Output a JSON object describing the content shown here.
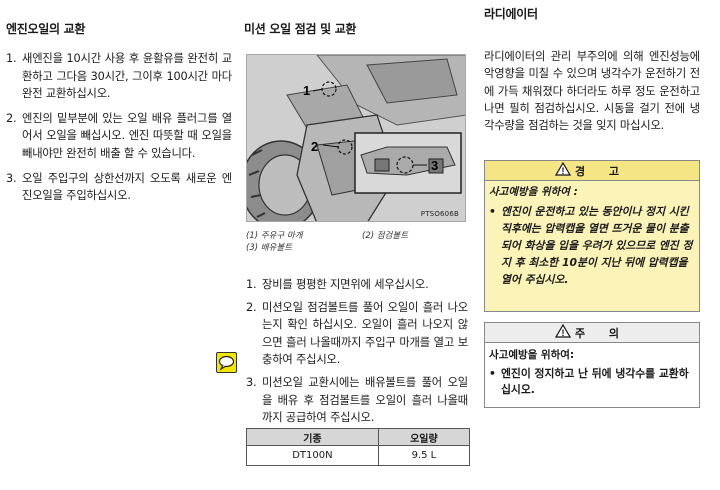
{
  "left_column": {
    "title": "엔진오일의 교환",
    "steps": [
      {
        "num": "1.",
        "text": "새엔진을 10시간 사용 후 윤활유를 완전히 교환하고 그다음 30시간, 그이후 100시간 마다 완전 교환하십시오."
      },
      {
        "num": "2.",
        "text": "엔진의 밑부분에 있는 오일 배유 플러그를 열어서 오일을 빼십시오. 엔진 따뜻할 때 오일을 빼내야만 완전히 배출 할 수 있습니다."
      },
      {
        "num": "3.",
        "text": "오일 주입구의 상한선까지 오도록 새로운 엔진오일을 주입하십시오."
      }
    ]
  },
  "middle_column": {
    "title": "미션 오일 점검 및 교환",
    "figure": {
      "code": "PTSO606B",
      "callouts": [
        "1",
        "2",
        "3"
      ]
    },
    "captions": {
      "c1": "(1) 주유구 마개",
      "c2": "(2) 점검볼트",
      "c3": "(3) 배유볼트"
    },
    "steps": [
      {
        "num": "1.",
        "text": "장비를  평평한 지면위에 세우십시오."
      },
      {
        "num": "2.",
        "text": "미션오일 점검볼트를 풀어 오일이 흘러 나오는지 확인 하십시오. 오일이 흘러 나오지 않으면 흘러 나올때까지 주입구 마개를 열고 보충하여 주십시오."
      },
      {
        "num": "3.",
        "text": "미션오일 교환시에는 배유볼트를 풀어 오일을 배유 후 점검볼트를 오일이 흘러 나올때 까지 공급하여 주십시오."
      }
    ],
    "table": {
      "headers": [
        "기종",
        "오일량"
      ],
      "rows": [
        [
          "DT100N",
          "9.5 L"
        ]
      ]
    }
  },
  "right_column": {
    "title": "라디에이터",
    "paragraph": "라디에이터의 관리 부주의에 의해 엔진성능에 악영향을 미칠 수 있으며 냉각수가 운전하기 전에 가득 채워졌다 하더라도 하루 정도 운전하고 나면 필히 점검하십시오. 시동을 걸기 전에 냉각수량을 점검하는 것을 잊지 마십시오.",
    "warning": {
      "heading": "경 고",
      "subheading": "사고예방을 위하여 :",
      "items": [
        "엔진이 운전하고 있는 동안이나 정지 시킨 직후에는 압력캡을 열면 뜨거운 물이 분출되어 화상을 입을 우려가 있으므로 엔진 정지 후 최소한 10분이 지난 뒤에 압력캡을 열어 주십시오."
      ]
    },
    "caution": {
      "heading": "주 의",
      "subheading": "사고예방을 위하여:",
      "items": [
        "엔진이 정지하고 난 뒤에 냉각수를 교환하십시오."
      ]
    }
  }
}
